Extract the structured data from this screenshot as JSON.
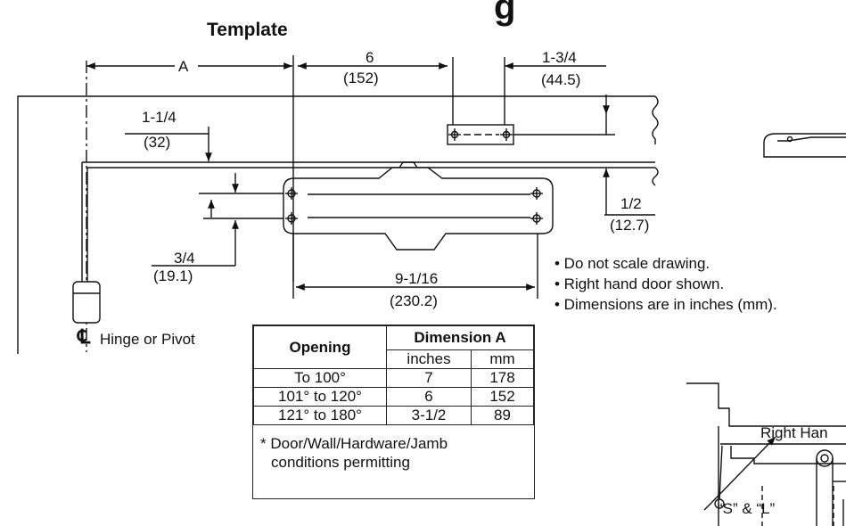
{
  "header": {
    "title": "Template",
    "title_overflow": "g"
  },
  "dimensions": {
    "a_label": "A",
    "d6_in": "6",
    "d6_mm": "(152)",
    "d134_in": "1-3/4",
    "d134_mm": "(44.5)",
    "d114_in": "1-1/4",
    "d114_mm": "(32)",
    "d12_in": "1/2",
    "d12_mm": "(12.7)",
    "d34_in": "3/4",
    "d34_mm": "(19.1)",
    "d916_in": "9-1/16",
    "d916_mm": "(230.2)"
  },
  "hinge": {
    "symbol": "℄",
    "label": "Hinge or Pivot"
  },
  "notes": [
    "• Do not scale drawing.",
    "• Right hand door shown.",
    "• Dimensions are in inches (mm)."
  ],
  "table": {
    "header_opening": "Opening",
    "header_dimension": "Dimension A",
    "unit_inches": "inches",
    "unit_mm": "mm",
    "rows": [
      {
        "opening": "To 100°",
        "inches": "7",
        "mm": "178"
      },
      {
        "opening": "101° to 120°",
        "inches": "6",
        "mm": "152"
      },
      {
        "opening": "121° to 180°",
        "inches": "3-1/2",
        "mm": "89"
      }
    ],
    "footnote_line1": "* Door/Wall/Hardware/Jamb",
    "footnote_line2": "conditions permitting"
  },
  "side_views": {
    "right_hand_label": "Right Han",
    "sl_label": "“S” & “L”"
  }
}
